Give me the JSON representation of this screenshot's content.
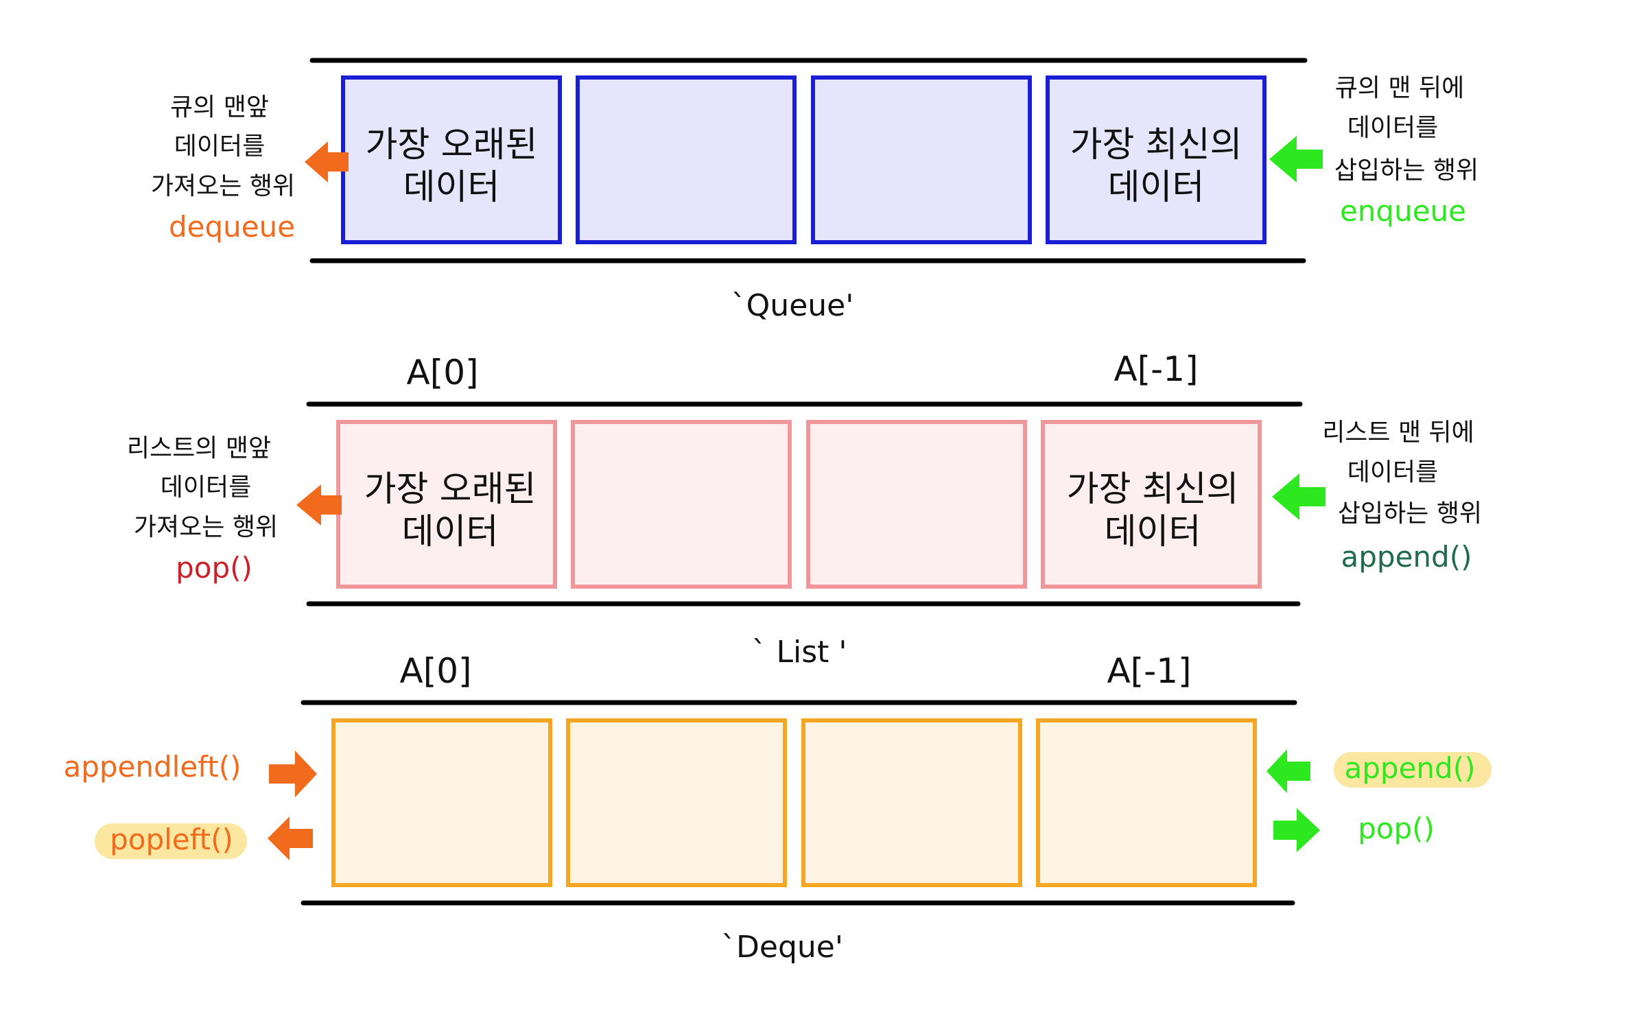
{
  "colors": {
    "queue_fill": "#e5e5fb",
    "queue_border": "#1a1fd6",
    "list_fill": "#fdeff0",
    "list_border": "#f0979c",
    "deque_fill": "#fff3e4",
    "deque_border": "#f5a623",
    "orange": "#f26a1b",
    "green": "#2ee81f",
    "red": "#cc1f2a",
    "dark_green": "#1f6b4a",
    "highlight": "#fbe7a0",
    "rail": "#000000"
  },
  "queue": {
    "oldest_line1": "가장 오래된",
    "oldest_line2": "데이터",
    "newest_line1": "가장 최신의",
    "newest_line2": "데이터",
    "left_note": [
      "큐의 맨앞",
      "데이터를",
      "가져오는 행위"
    ],
    "left_fn": "dequeue",
    "right_note": [
      "큐의 맨 뒤에",
      "데이터를",
      "삽입하는 행위"
    ],
    "right_fn": "enqueue",
    "caption": "`Queue'"
  },
  "list": {
    "index_first": "A[0]",
    "index_last": "A[-1]",
    "oldest_line1": "가장 오래된",
    "oldest_line2": "데이터",
    "newest_line1": "가장 최신의",
    "newest_line2": "데이터",
    "left_note": [
      "리스트의 맨앞",
      "데이터를",
      "가져오는 행위"
    ],
    "left_fn": "pop()",
    "right_note": [
      "리스트 맨 뒤에",
      "데이터를",
      "삽입하는 행위"
    ],
    "right_fn": "append()",
    "caption": "` List '"
  },
  "deque": {
    "index_first": "A[0]",
    "index_last": "A[-1]",
    "left_fn_top": "appendleft()",
    "left_fn_bottom": "popleft()",
    "right_fn_top": "append()",
    "right_fn_bottom": "pop()",
    "caption": "`Deque'"
  }
}
